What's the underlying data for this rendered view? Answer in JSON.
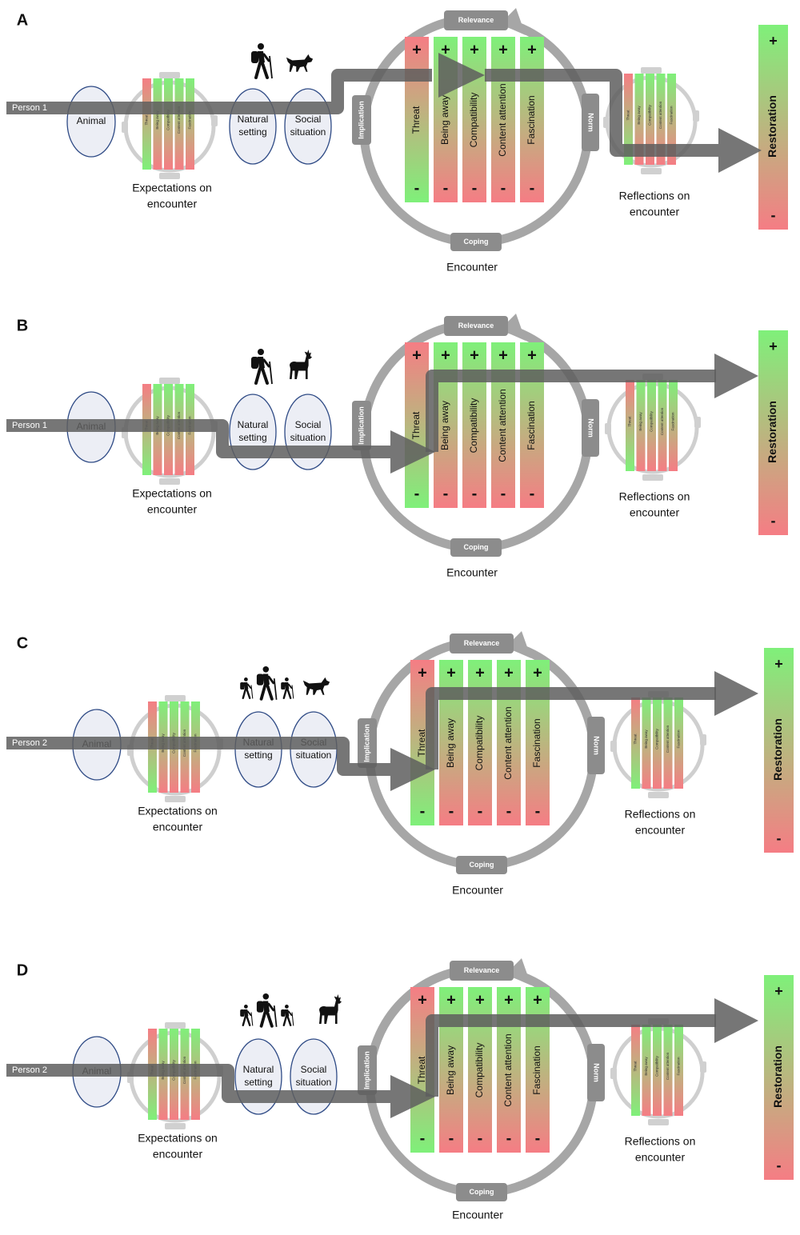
{
  "common": {
    "attributes": [
      "Threat",
      "Being away",
      "Compatibility",
      "Content attention",
      "Fascination"
    ],
    "plus": "+",
    "minus": "-",
    "appraisal": {
      "relevance": "Relevance",
      "implication": "Implication",
      "norm": "Norm",
      "coping": "Coping"
    },
    "animal_label": "Animal",
    "natural_setting": [
      "Natural",
      "setting"
    ],
    "social_situation": [
      "Social",
      "situation"
    ],
    "expectations": [
      "Expectations on",
      "encounter"
    ],
    "reflections": [
      "Reflections on",
      "encounter"
    ],
    "encounter": "Encounter",
    "restoration": "Restoration",
    "colors": {
      "positive": "#7ff07a",
      "negative": "#f57d84",
      "arrow": "#5e5e5e",
      "ring": "#a6a6a6",
      "oval_fill": "#eceef5",
      "oval_stroke": "#2e4a85"
    }
  },
  "panels": [
    {
      "letter": "A",
      "person": "Person 1",
      "group": "single",
      "animal": "wolf",
      "path": "over-top"
    },
    {
      "letter": "B",
      "person": "Person 1",
      "group": "single",
      "animal": "deer",
      "path": "through-threat"
    },
    {
      "letter": "C",
      "person": "Person 2",
      "group": "group",
      "animal": "wolf",
      "path": "through-threat"
    },
    {
      "letter": "D",
      "person": "Person 2",
      "group": "group",
      "animal": "deer",
      "path": "through-threat"
    }
  ]
}
